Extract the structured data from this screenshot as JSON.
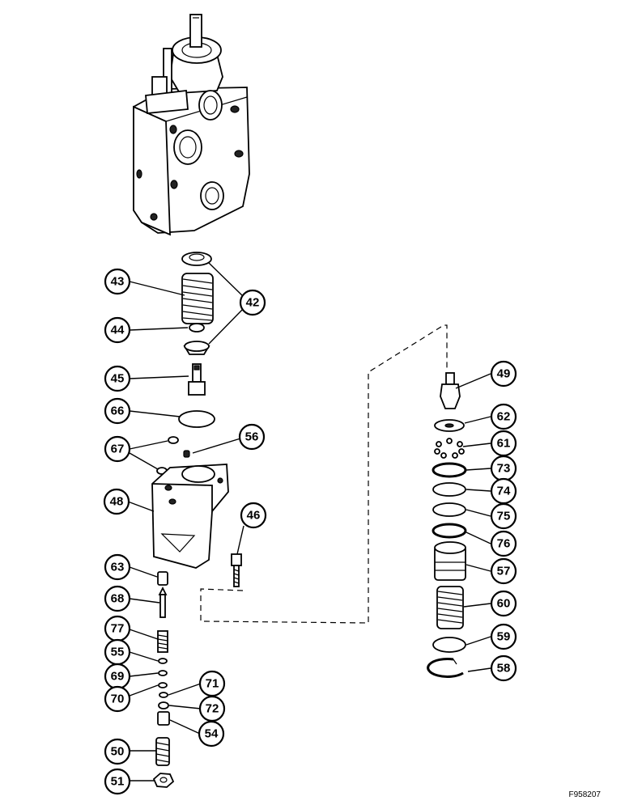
{
  "figure_id": "F958207",
  "callouts": [
    {
      "id": "c43",
      "label": "43"
    },
    {
      "id": "c42",
      "label": "42"
    },
    {
      "id": "c44",
      "label": "44"
    },
    {
      "id": "c45",
      "label": "45"
    },
    {
      "id": "c66",
      "label": "66"
    },
    {
      "id": "c56",
      "label": "56"
    },
    {
      "id": "c67",
      "label": "67"
    },
    {
      "id": "c48",
      "label": "48"
    },
    {
      "id": "c46",
      "label": "46"
    },
    {
      "id": "c63",
      "label": "63"
    },
    {
      "id": "c68",
      "label": "68"
    },
    {
      "id": "c77",
      "label": "77"
    },
    {
      "id": "c55",
      "label": "55"
    },
    {
      "id": "c69",
      "label": "69"
    },
    {
      "id": "c70",
      "label": "70"
    },
    {
      "id": "c71",
      "label": "71"
    },
    {
      "id": "c72",
      "label": "72"
    },
    {
      "id": "c54",
      "label": "54"
    },
    {
      "id": "c50",
      "label": "50"
    },
    {
      "id": "c51",
      "label": "51"
    },
    {
      "id": "c49",
      "label": "49"
    },
    {
      "id": "c62",
      "label": "62"
    },
    {
      "id": "c61",
      "label": "61"
    },
    {
      "id": "c73",
      "label": "73"
    },
    {
      "id": "c74",
      "label": "74"
    },
    {
      "id": "c75",
      "label": "75"
    },
    {
      "id": "c76",
      "label": "76"
    },
    {
      "id": "c57",
      "label": "57"
    },
    {
      "id": "c60",
      "label": "60"
    },
    {
      "id": "c59",
      "label": "59"
    },
    {
      "id": "c58",
      "label": "58"
    }
  ]
}
